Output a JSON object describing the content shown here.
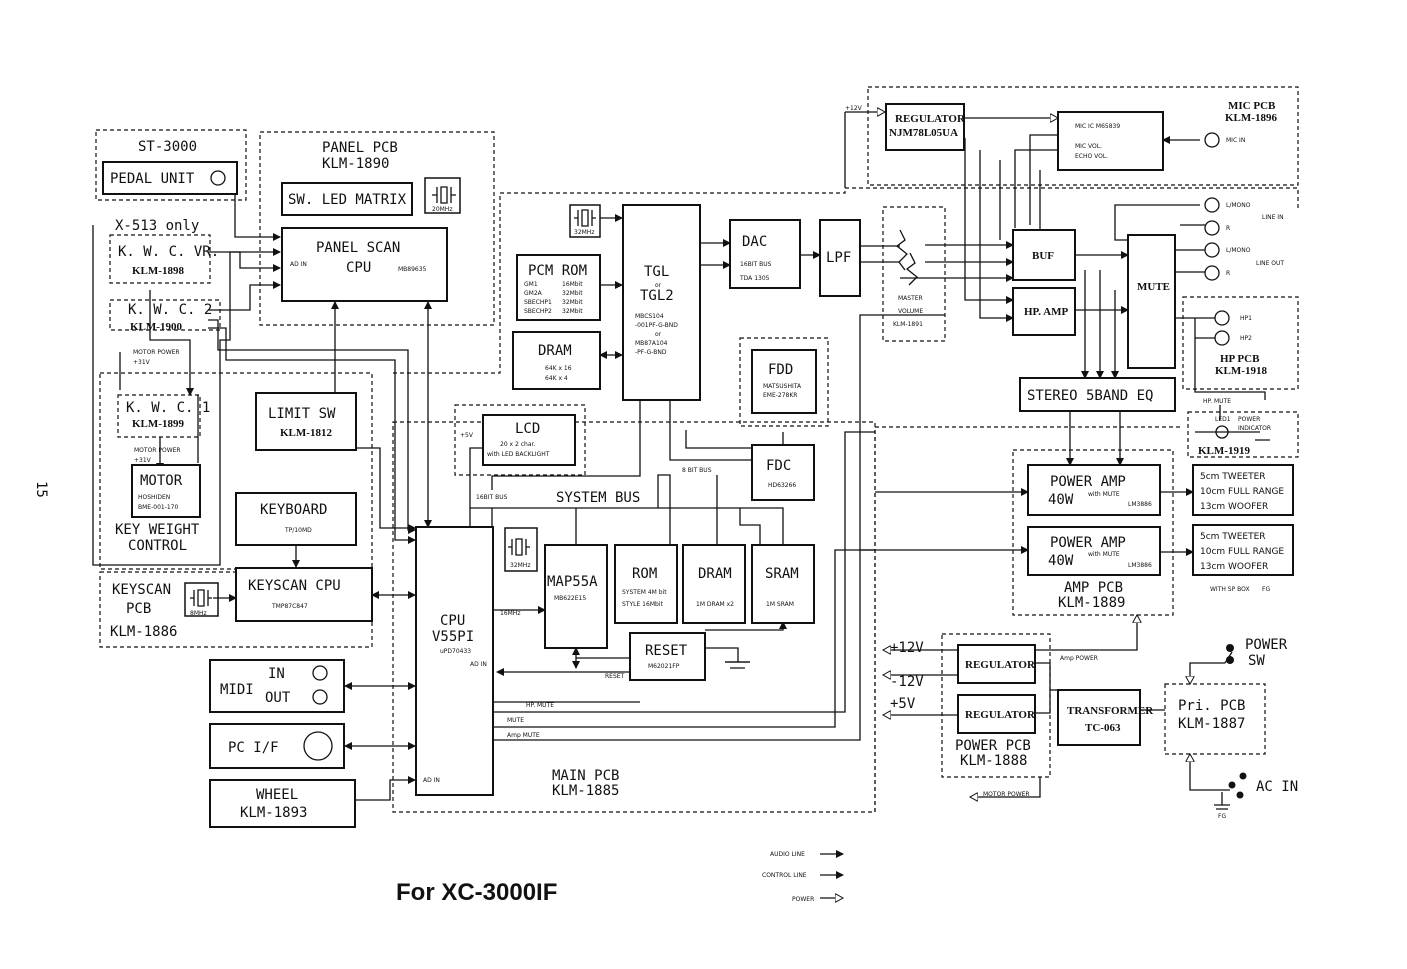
{
  "page_number": "15",
  "footer": {
    "title": "For XC-3000IF",
    "legend_audio": "AUDIO LINE",
    "legend_control": "CONTROL LINE",
    "legend_power": "POWER"
  },
  "st3000": {
    "title": "ST-3000",
    "pedal": "PEDAL UNIT"
  },
  "x513": {
    "title": "X-513 only",
    "kwcvr": "K. W. C. VR.",
    "kwcvr_id": "KLM-1898",
    "kwc2": "K. W. C. 2",
    "kwc2_id": "KLM-1900"
  },
  "panel": {
    "title": "PANEL PCB",
    "id": "KLM-1890",
    "matrix": "SW. LED MATRIX",
    "xtal": "20MHz",
    "scan": "PANEL SCAN",
    "cpu": "CPU",
    "chip": "MB89635",
    "adin": "AD IN"
  },
  "keyweight": {
    "motor_power1": "MOTOR POWER",
    "motor_v1": "+31V",
    "kwc1": "K. W. C. 1",
    "kwc1_id": "KLM-1899",
    "motor_power2": "MOTOR POWER",
    "motor_v2": "+31V",
    "motor": "MOTOR",
    "motor_mfr": "HOSHIDEN",
    "motor_part": "BME-001-170",
    "ctl1": "KEY WEIGHT",
    "ctl2": "CONTROL",
    "limit": "LIMIT SW",
    "limit_id": "KLM-1812"
  },
  "keyscan": {
    "keyboard": "KEYBOARD",
    "keyboard_part": "TP/10MD",
    "cpu": "KEYSCAN CPU",
    "chip": "TMP87C847",
    "xtal": "8MHz",
    "title1": "KEYSCAN",
    "title2": "PCB",
    "id": "KLM-1886"
  },
  "io": {
    "midi": "MIDI",
    "in": "IN",
    "out": "OUT",
    "pcif": "PC I/F",
    "wheel": "WHEEL",
    "wheel_id": "KLM-1893"
  },
  "main": {
    "title": "MAIN PCB",
    "id": "KLM-1885",
    "xtal32": "32MHz",
    "pcm": "PCM ROM",
    "gm1": "GM1",
    "gm1s": "16Mbit",
    "gm2a": "GM2A",
    "gm2as": "32Mbit",
    "sb1": "SBECHP1",
    "sb1s": "32Mbit",
    "sb2": "SBECHP2",
    "sb2s": "32Mbit",
    "dram": "DRAM",
    "dram1": "64K x 16",
    "dram2": "64K x 4",
    "tgl": "TGL",
    "or": "or",
    "tgl2": "TGL2",
    "tgl_p1": "MBCS104",
    "tgl_p2": "-001PF-G-BND",
    "tgl_or": "or",
    "tgl_p3": "MB87A104",
    "tgl_p4": "-PF-G-BND",
    "dac": "DAC",
    "dac_bus": "16BIT BUS",
    "dac_part": "TDA 1305",
    "lpf": "LPF",
    "master": "MASTER",
    "volume": "VOLUME",
    "master_id": "KLM-1891",
    "fdd": "FDD",
    "fdd_mfr": "MATSUSHITA",
    "fdd_part": "EME-278KR",
    "fdc": "FDC",
    "fdc_part": "HD63266",
    "bus8": "8 BIT BUS",
    "lcd": "LCD",
    "lcd_v": "+5V",
    "lcd1": "20 x 2 char.",
    "lcd2": "with LED BACKLIGHT",
    "bus16": "16BIT BUS",
    "sysbus": "SYSTEM BUS",
    "cpu": "CPU",
    "cpu2": "V55PI",
    "cpu_part": "uPD70433",
    "xtal32b": "32MHz",
    "clk16": "16MHz",
    "adin1": "AD IN",
    "adin2": "AD IN",
    "map": "MAP55A",
    "map_part": "MB622E15",
    "rom": "ROM",
    "rom1": "SYSTEM 4M bit",
    "rom2": "STYLE 16Mbit",
    "dram2t": "DRAM",
    "dram2p": "1M DRAM x2",
    "sram": "SRAM",
    "sramp": "1M SRAM",
    "reset": "RESET",
    "reset_part": "M62021FP",
    "reset_lbl": "RESET",
    "hpmute": "HP. MUTE",
    "mute": "MUTE",
    "ampmute": "Amp MUTE"
  },
  "mic": {
    "v12": "+12V",
    "reg": "REGULATOR",
    "reg_part": "NJM78L05UA",
    "ic": "MIC IC M65839",
    "vol": "MIC VOL.",
    "echo": "ECHO VOL.",
    "title": "MIC PCB",
    "id": "KLM-1896",
    "micin": "MIC IN"
  },
  "audio": {
    "lmono1": "L/MONO",
    "r1": "R",
    "linein": "LINE IN",
    "lmono2": "L/MONO",
    "r2": "R",
    "lineout": "LINE OUT",
    "buf": "BUF",
    "hpamp": "HP. AMP",
    "mute": "MUTE",
    "hp1": "HP1",
    "hp2": "HP2",
    "hp_title": "HP PCB",
    "hp_id": "KLM-1918",
    "hpmute": "HP. MUTE",
    "led": "LED1",
    "power": "POWER",
    "indicator": "INDICATOR",
    "ind_id": "KLM-1919",
    "eq": "STEREO 5BAND EQ"
  },
  "amp": {
    "pa": "POWER AMP",
    "w": "40W",
    "withmute": "with MUTE",
    "chip": "LM3886",
    "tw": "5cm TWEETER",
    "fr": "10cm FULL RANGE",
    "wf": "13cm WOOFER",
    "spbox": "WITH SP BOX",
    "fg": "FG",
    "title": "AMP PCB",
    "id": "KLM-1889",
    "amppower": "Amp POWER"
  },
  "power": {
    "v12": "+12V",
    "vm12": "-12V",
    "v5": "+5V",
    "reg": "REGULATOR",
    "title": "POWER PCB",
    "id": "KLM-1888",
    "motor": "MOTOR POWER",
    "trans": "TRANSFORMER",
    "trans_id": "TC-063",
    "pri": "Pri. PCB",
    "pri_id": "KLM-1887",
    "sw1": "POWER",
    "sw2": "SW",
    "acin": "AC IN",
    "fg": "FG"
  }
}
